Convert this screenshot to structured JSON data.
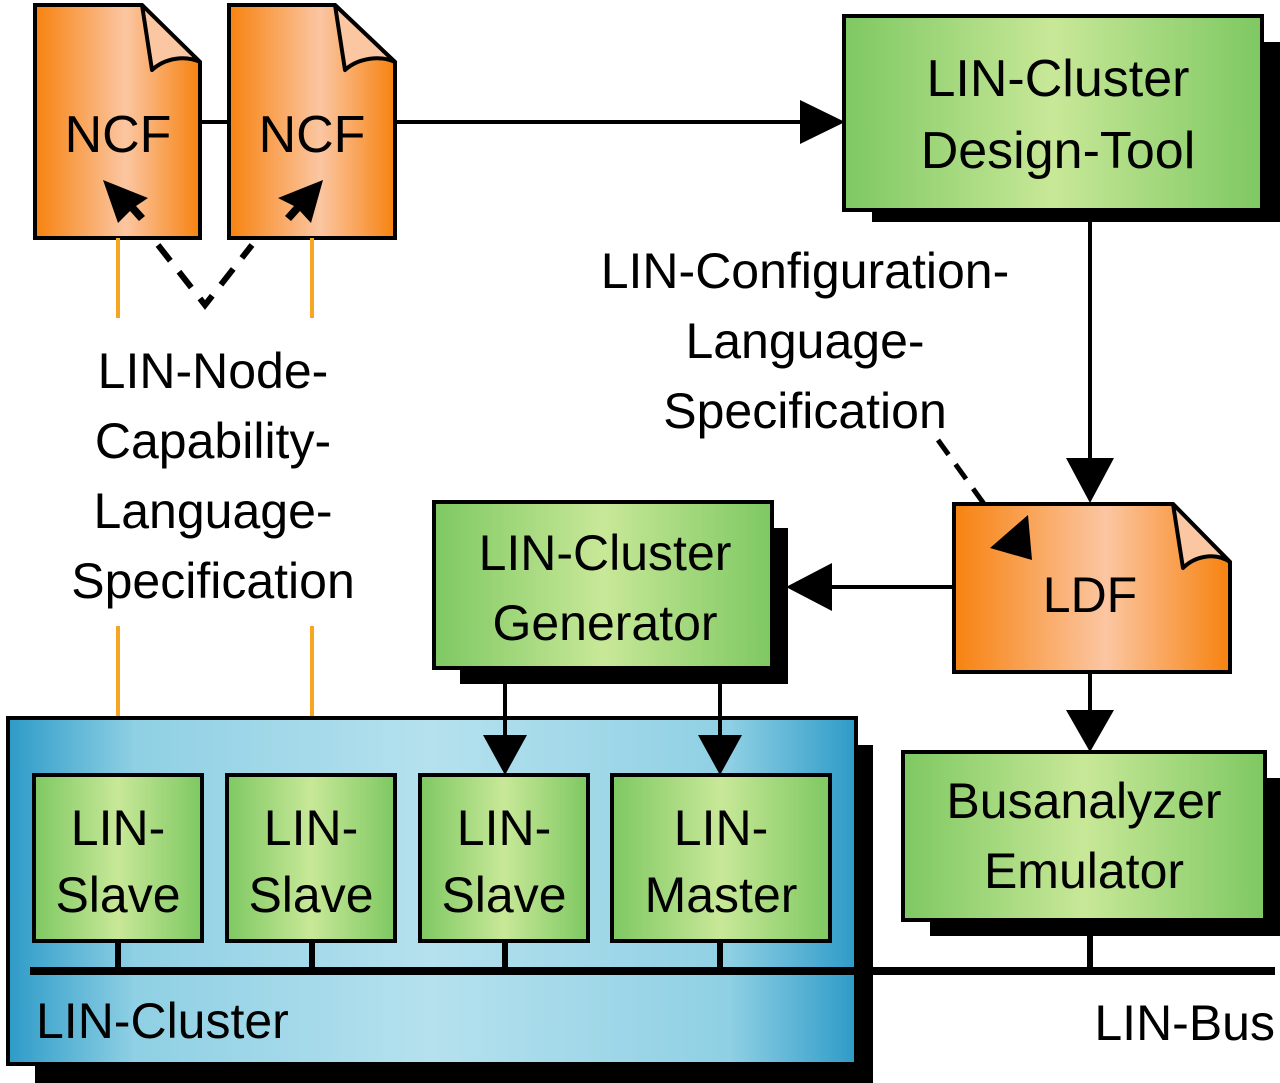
{
  "diagram": {
    "ncf_files": [
      {
        "label": "NCF"
      },
      {
        "label": "NCF"
      }
    ],
    "design_tool": {
      "line1": "LIN-Cluster",
      "line2": "Design-Tool"
    },
    "config_spec": {
      "line1": "LIN-Configuration-",
      "line2": "Language-",
      "line3": "Specification"
    },
    "node_spec": {
      "line1": "LIN-Node-",
      "line2": "Capability-",
      "line3": "Language-",
      "line4": "Specification"
    },
    "generator": {
      "line1": "LIN-Cluster",
      "line2": "Generator"
    },
    "ldf": {
      "label": "LDF"
    },
    "cluster": {
      "label": "LIN-Cluster",
      "nodes": [
        {
          "line1": "LIN-",
          "line2": "Slave"
        },
        {
          "line1": "LIN-",
          "line2": "Slave"
        },
        {
          "line1": "LIN-",
          "line2": "Slave"
        },
        {
          "line1": "LIN-",
          "line2": "Master"
        }
      ]
    },
    "busanalyzer": {
      "line1": "Busanalyzer",
      "line2": "Emulator"
    },
    "bus_label": "LIN-Bus",
    "colors": {
      "orange_dark": "#f7820f",
      "orange_light": "#fbc6a2",
      "green_dark": "#7ec862",
      "green_light": "#c8e898",
      "blue_dark": "#2e9bc8",
      "blue_light": "#b5e1ee",
      "orange_line": "#f5a623"
    }
  }
}
